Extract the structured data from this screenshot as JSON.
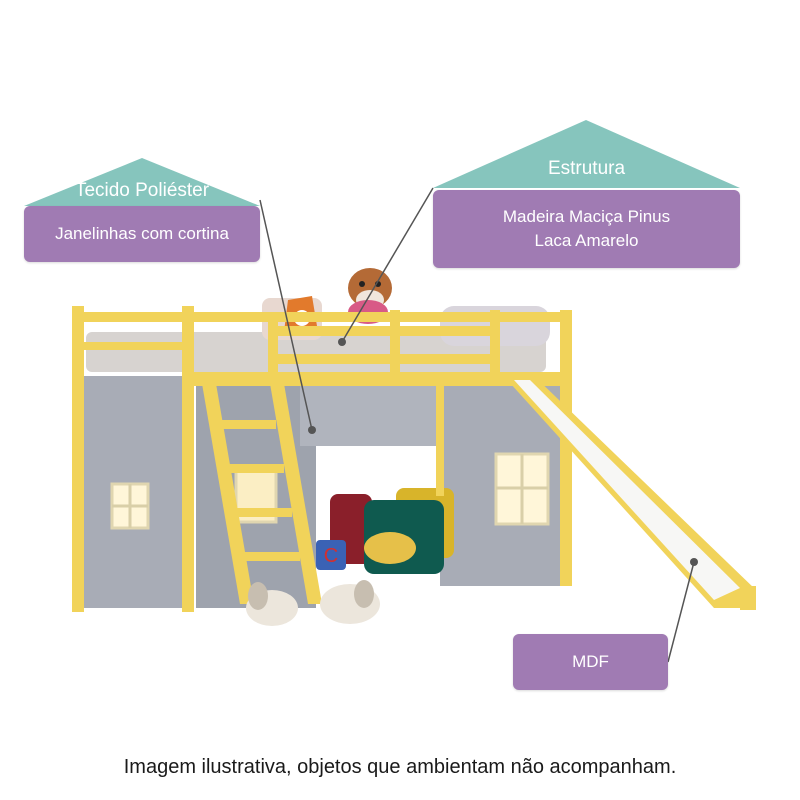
{
  "labels": {
    "fabric": {
      "title": "Tecido Poliéster",
      "detail": "Janelinhas com cortina"
    },
    "structure": {
      "title": "Estrutura",
      "detail_line1": "Madeira Maciça  Pinus",
      "detail_line2": "Laca Amarelo"
    },
    "slide": {
      "detail": "MDF"
    }
  },
  "caption": "Imagem ilustrativa, objetos que ambientam não acompanham.",
  "colors": {
    "roof_teal": "#86c5bd",
    "label_purple": "#a07bb3",
    "frame_yellow": "#f1d35a",
    "curtain_grey": "#a8acb6",
    "slide_white": "#f7f7f5",
    "leader_line": "#555555"
  }
}
